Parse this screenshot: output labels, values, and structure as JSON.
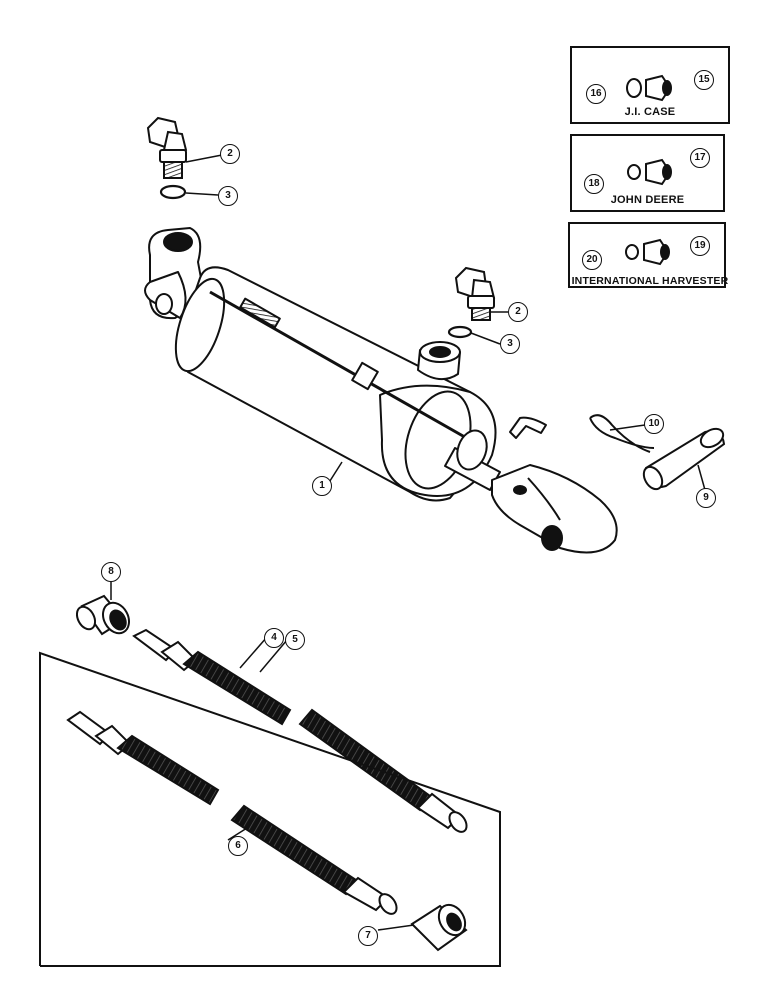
{
  "insets": [
    {
      "label": "J.I. CASE",
      "oring": "16",
      "fitting": "15"
    },
    {
      "label": "JOHN DEERE",
      "oring": "18",
      "fitting": "17"
    },
    {
      "label": "INTERNATIONAL HARVESTER",
      "oring": "20",
      "fitting": "19"
    }
  ],
  "callouts": {
    "cylinder": "1",
    "elbow_top": "2",
    "oring_top": "3",
    "elbow_mid": "2",
    "oring_mid": "3",
    "hose_a": "4",
    "hose_b": "5",
    "hose_c": "6",
    "coupler": "7",
    "adapter": "8",
    "pin": "9",
    "clip": "10"
  },
  "colors": {
    "ink": "#111111",
    "paper": "#ffffff"
  }
}
